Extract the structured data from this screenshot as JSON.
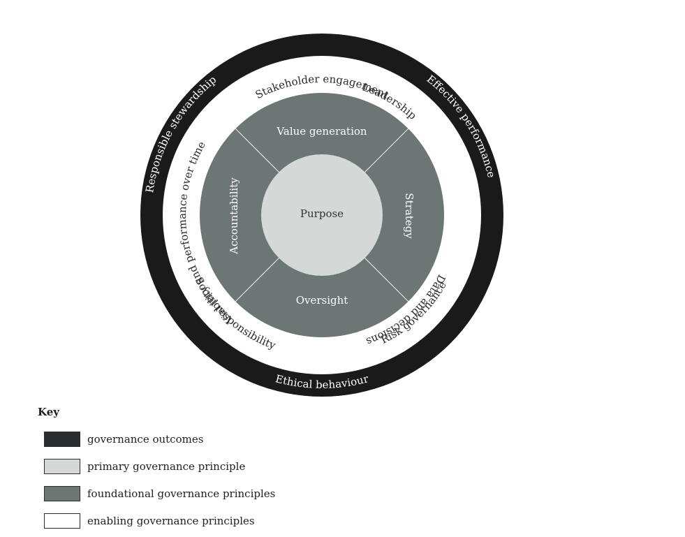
{
  "diagram": {
    "outcomes": [
      "Responsible  stewardship",
      "Effective performance",
      "Ethical behaviour"
    ],
    "enabling": [
      "Stakeholder engagement",
      "Leadership",
      "Data and decisions",
      "Risk governance",
      "Social responsibility",
      "Viability and performance over time"
    ],
    "foundational": [
      "Value generation",
      "Strategy",
      "Oversight",
      "Accountability"
    ],
    "primary": "Purpose"
  },
  "colors": {
    "outcomes": "#1a1a1a",
    "primary": "#d4d8d7",
    "foundational": "#6c7775",
    "enabling": "#ffffff"
  },
  "key": {
    "title": "Key",
    "items": [
      {
        "label": "governance outcomes",
        "color": "#2a2b2e"
      },
      {
        "label": "primary governance principle",
        "color": "#d4d8d7"
      },
      {
        "label": "foundational governance principles",
        "color": "#6c7775"
      },
      {
        "label": "enabling governance principles",
        "color": "#ffffff"
      }
    ]
  }
}
